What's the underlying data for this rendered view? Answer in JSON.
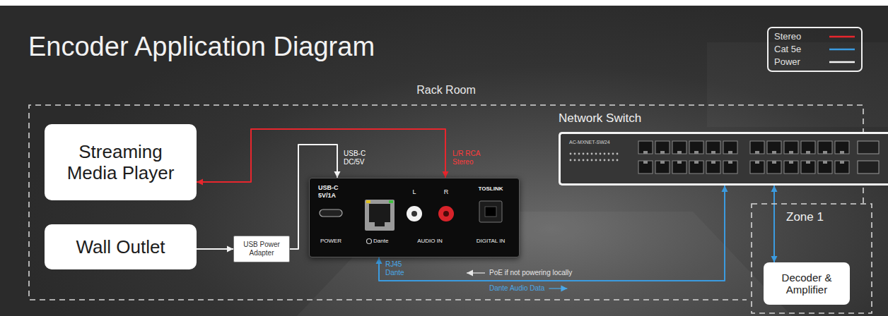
{
  "diagram": {
    "title": "Encoder Application Diagram",
    "nodes": [
      {
        "text": [
          "Rack Room"
        ]
      },
      {
        "text": [
          "Streaming Media Player"
        ],
        "in": 0
      },
      {
        "text": [
          "Wall Outlet"
        ],
        "in": 0
      },
      {
        "text": [
          "USB Power Adapter"
        ],
        "in": 0
      },
      {
        "text": [
          "USB-C 5V/1A",
          "POWER",
          "Dante",
          "L",
          "R",
          "AUDIO IN",
          "TOSLINK",
          "DIGITAL IN"
        ],
        "in": 0
      },
      {
        "text": [
          "Network Switch",
          "AC-MXNET-SW24"
        ],
        "in": 0
      },
      {
        "text": [
          "Zone 1"
        ]
      },
      {
        "text": [
          "Decoder & Amplifier"
        ],
        "in": 6
      }
    ],
    "edges": [
      {
        "from": 1,
        "to": 4,
        "arrow": "both"
      },
      {
        "from": 2,
        "to": 3,
        "arrow": "to"
      },
      {
        "from": 3,
        "to": 4,
        "arrow": "to"
      },
      {
        "from": 4,
        "to": 5,
        "arrow": "both"
      },
      {
        "from": 5,
        "to": 7,
        "arrow": "both"
      }
    ],
    "labels": [
      "L/R RCA Stereo",
      "USB-C DC/5V",
      "RJ45 Dante",
      "PoE if not powering locally",
      "Dante Audio Data"
    ],
    "legend": [
      {
        "text": "Stereo"
      },
      {
        "text": "Cat 5e"
      },
      {
        "text": "Power"
      }
    ]
  }
}
